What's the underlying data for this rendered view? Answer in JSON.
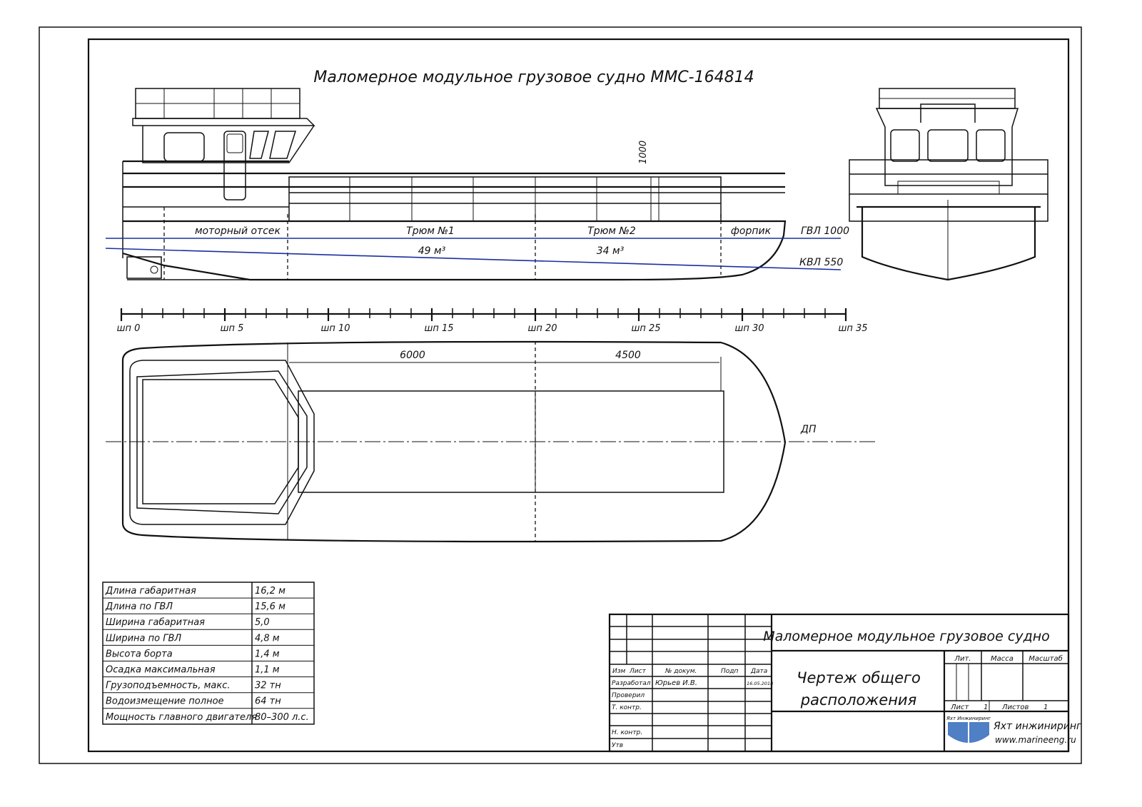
{
  "drawing": {
    "title": "Маломерное модульное грузовое судно ММС-164814",
    "compartments": [
      "моторный отсек",
      "Трюм №1",
      "Трюм №2",
      "форпик"
    ],
    "volumes": [
      "49 м³",
      "34 м³"
    ],
    "waterlines": [
      "ГВЛ 1000",
      "КВЛ 550"
    ],
    "height_dim": "1000",
    "frames": [
      "шп 0",
      "шп 5",
      "шп 10",
      "шп 15",
      "шп 20",
      "шп 25",
      "шп 30",
      "шп 35"
    ],
    "plan_dims": [
      "6000",
      "4500"
    ],
    "centerline": "ДП"
  },
  "specs": [
    {
      "label": "Длина габаритная",
      "value": "16,2 м"
    },
    {
      "label": "Длина по ГВЛ",
      "value": "15,6 м"
    },
    {
      "label": "Ширина габаритная",
      "value": "5,0"
    },
    {
      "label": "Ширина по ГВЛ",
      "value": "4,8 м"
    },
    {
      "label": "Высота борта",
      "value": "1,4 м"
    },
    {
      "label": "Осадка максимальная",
      "value": "1,1 м"
    },
    {
      "label": "Грузоподъемность, макс.",
      "value": "32 тн"
    },
    {
      "label": "Водоизмещение полное",
      "value": "64 тн"
    },
    {
      "label": "Мощность главного двигателя",
      "value": "80–300 л.с."
    }
  ],
  "title_block": {
    "name": "Маломерное модульное грузовое судно",
    "doc_title_1": "Чертеж общего",
    "doc_title_2": "расположения",
    "headers": [
      "Изм",
      "Лист",
      "№ докум.",
      "Подп",
      "Дата"
    ],
    "rows": [
      "Разработал",
      "Проверил",
      "Т. контр.",
      "Н. контр.",
      "Утв"
    ],
    "developer": "Юрьев И.В.",
    "date": "16.05.2018",
    "lit": "Лит.",
    "mass": "Масса",
    "scale": "Масштаб",
    "sheet_label": "Лист",
    "sheet": "1",
    "sheets_label": "Листов",
    "sheets": "1",
    "logo_text": "Яхт Инжиниринг",
    "company": "Яхт инжиниринг",
    "website": "www.marineeng.ru"
  }
}
